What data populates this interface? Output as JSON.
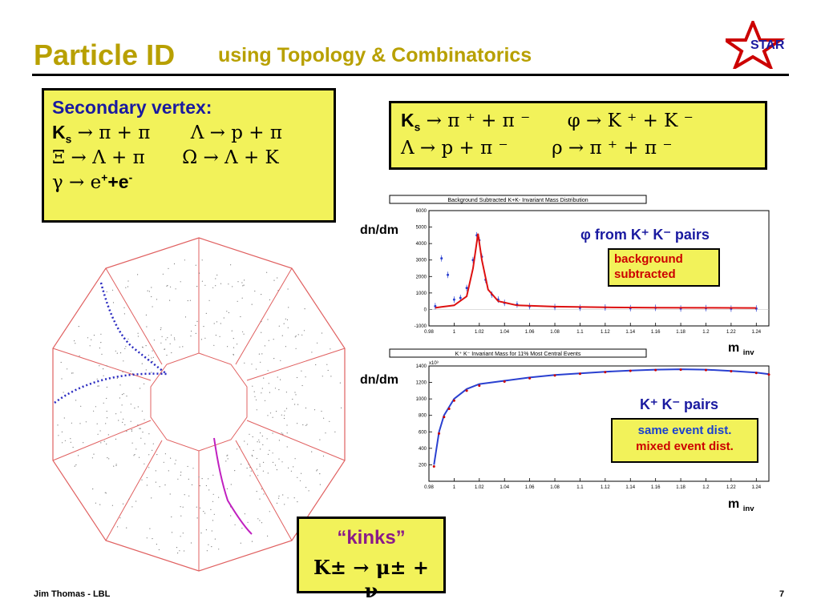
{
  "title": {
    "main": "Particle ID",
    "sub": "using Topology & Combinatorics"
  },
  "logo": {
    "text": "STAR",
    "star_color": "#cc0000",
    "text_color": "#1a1aa0"
  },
  "secondary_vertex": {
    "heading": "Secondary vertex:",
    "lines": [
      {
        "a": "K",
        "a_sub": "s",
        "a_rest": " → π + π",
        "b": "Λ → p + π"
      },
      {
        "a": "Ξ → Λ + π",
        "b": "Ω → Λ + K"
      },
      {
        "a": "γ → e",
        "a_sup": "+",
        "a_mid": "+e",
        "a_sup2": "-"
      }
    ]
  },
  "decays": {
    "line1_left": "K",
    "line1_left_sub": "s",
    "line1_left_rest": " → π ⁺ + π ⁻",
    "line1_right": "φ → K ⁺ + K ⁻",
    "line2_left": "Λ → p + π ⁻",
    "line2_right": "ρ → π ⁺ + π ⁻"
  },
  "kinks": {
    "label": "“kinks”",
    "decay": "K± → μ± + ν"
  },
  "footer": {
    "author": "Jim Thomas - LBL",
    "page": "7"
  },
  "plot1": {
    "caption": "Background Subtracted K+K- Invariant Mass Distribution",
    "ylabel": "dn/dm",
    "xlabel_main": "m",
    "xlabel_sub": "inv",
    "annotation": "φ from K⁺ K⁻ pairs",
    "box_lines": [
      "background",
      "subtracted"
    ]
  },
  "plot2": {
    "caption": "K⁺ K⁻ Invariant Mass for 11% Most Central Events",
    "ylabel": "dn/dm",
    "xlabel_main": "m",
    "xlabel_sub": "inv",
    "y_exponent": "x10³",
    "annotation": "K⁺ K⁻ pairs",
    "legend": [
      {
        "label": "same event dist.",
        "color": "#1a40d0"
      },
      {
        "label": "mixed event dist.",
        "color": "#cc0000"
      }
    ]
  },
  "chart_data": [
    {
      "type": "scatter",
      "title": "Background Subtracted K+K- Invariant Mass Distribution",
      "xlim": [
        0.98,
        1.25
      ],
      "ylim": [
        -1000,
        6000
      ],
      "x_ticks": [
        "0.98",
        "1",
        "1.02",
        "1.04",
        "1.06",
        "1.08",
        "1.1",
        "1.12",
        "1.14",
        "1.16",
        "1.18",
        "1.2",
        "1.22",
        "1.24"
      ],
      "y_ticks": [
        "-1000",
        "0",
        "1000",
        "2000",
        "3000",
        "4000",
        "5000",
        "6000"
      ],
      "series": [
        {
          "points": [
            [
              0.985,
              200
            ],
            [
              0.99,
              3100
            ],
            [
              0.995,
              2100
            ],
            [
              1.0,
              600
            ],
            [
              1.005,
              700
            ],
            [
              1.01,
              1300
            ],
            [
              1.015,
              3000
            ],
            [
              1.018,
              4500
            ],
            [
              1.02,
              4200
            ],
            [
              1.022,
              3200
            ],
            [
              1.025,
              1800
            ],
            [
              1.03,
              900
            ],
            [
              1.035,
              600
            ],
            [
              1.04,
              400
            ],
            [
              1.05,
              300
            ],
            [
              1.06,
              200
            ],
            [
              1.08,
              150
            ],
            [
              1.1,
              100
            ],
            [
              1.12,
              120
            ],
            [
              1.14,
              80
            ],
            [
              1.16,
              100
            ],
            [
              1.18,
              60
            ],
            [
              1.2,
              80
            ],
            [
              1.22,
              50
            ],
            [
              1.24,
              60
            ]
          ]
        },
        {
          "points": [
            [
              0.985,
              100
            ],
            [
              0.99,
              150
            ],
            [
              1.0,
              250
            ],
            [
              1.01,
              800
            ],
            [
              1.015,
              2500
            ],
            [
              1.019,
              4600
            ],
            [
              1.022,
              3000
            ],
            [
              1.027,
              1200
            ],
            [
              1.035,
              500
            ],
            [
              1.05,
              250
            ],
            [
              1.08,
              170
            ],
            [
              1.12,
              130
            ],
            [
              1.16,
              110
            ],
            [
              1.2,
              100
            ],
            [
              1.24,
              90
            ]
          ]
        }
      ]
    },
    {
      "type": "scatter",
      "title": "K⁺ K⁻ Invariant Mass for 11% Most Central Events",
      "xlim": [
        0.98,
        1.25
      ],
      "ylim": [
        0,
        1400
      ],
      "x_ticks": [
        "0.98",
        "1",
        "1.02",
        "1.04",
        "1.06",
        "1.08",
        "1.1",
        "1.12",
        "1.14",
        "1.16",
        "1.18",
        "1.2",
        "1.22",
        "1.24"
      ],
      "y_ticks": [
        "200",
        "400",
        "600",
        "800",
        "1000",
        "1200",
        "1400"
      ],
      "series": [
        {
          "points": [
            [
              0.984,
              200
            ],
            [
              0.988,
              600
            ],
            [
              0.992,
              800
            ],
            [
              0.996,
              900
            ],
            [
              1.0,
              1000
            ],
            [
              1.01,
              1120
            ],
            [
              1.02,
              1180
            ],
            [
              1.04,
              1220
            ],
            [
              1.06,
              1260
            ],
            [
              1.08,
              1290
            ],
            [
              1.1,
              1310
            ],
            [
              1.12,
              1330
            ],
            [
              1.14,
              1345
            ],
            [
              1.16,
              1355
            ],
            [
              1.18,
              1360
            ],
            [
              1.2,
              1355
            ],
            [
              1.22,
              1340
            ],
            [
              1.24,
              1320
            ],
            [
              1.25,
              1300
            ]
          ]
        },
        {
          "points": [
            [
              0.984,
              180
            ],
            [
              0.988,
              580
            ],
            [
              0.992,
              780
            ],
            [
              0.996,
              880
            ],
            [
              1.0,
              980
            ],
            [
              1.01,
              1100
            ],
            [
              1.02,
              1160
            ],
            [
              1.04,
              1210
            ],
            [
              1.06,
              1250
            ],
            [
              1.08,
              1285
            ],
            [
              1.1,
              1305
            ],
            [
              1.12,
              1325
            ],
            [
              1.14,
              1340
            ],
            [
              1.16,
              1350
            ],
            [
              1.18,
              1355
            ],
            [
              1.2,
              1350
            ],
            [
              1.22,
              1335
            ],
            [
              1.24,
              1315
            ],
            [
              1.25,
              1295
            ]
          ]
        }
      ]
    }
  ]
}
